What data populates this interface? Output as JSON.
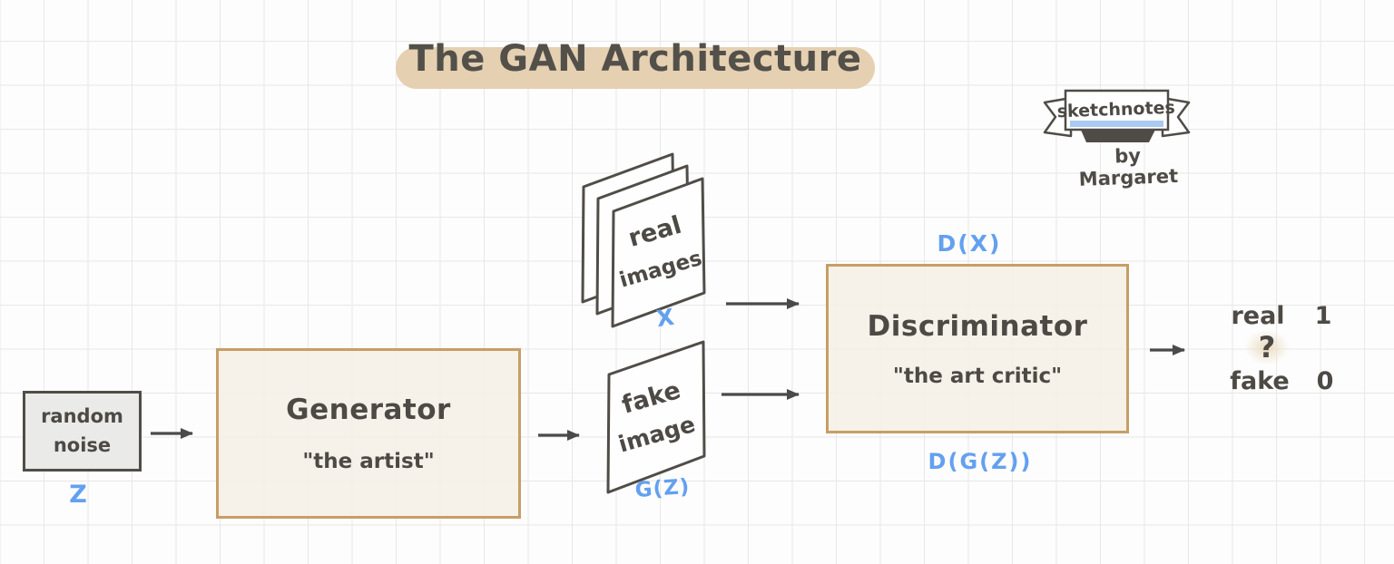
{
  "title": {
    "text": "The GAN Architecture"
  },
  "badge": {
    "label": "sketchnotes",
    "byline": "by Margaret"
  },
  "nodes": {
    "random_noise": {
      "line1": "random",
      "line2": "noise",
      "output_label": "Z"
    },
    "generator": {
      "title": "Generator",
      "subtitle": "\"the artist\""
    },
    "fake_image": {
      "line1": "fake",
      "line2": "image",
      "output_label": "G(Z)"
    },
    "real_images": {
      "line1": "real",
      "line2": "images",
      "output_label": "X"
    },
    "discriminator": {
      "title": "Discriminator",
      "subtitle": "\"the art critic\"",
      "input_label": "D(X)",
      "output_label": "D(G(Z))"
    }
  },
  "outputs": {
    "real_label": "real",
    "real_value": "1",
    "question_mark": "?",
    "fake_label": "fake",
    "fake_value": "0"
  },
  "colors": {
    "ink": "#4d4a45",
    "arrow": "#4a4a4a",
    "accent_blue": "#63a0f0",
    "tan_border": "#c79e66",
    "cream_fill": "#f5efe5",
    "gray_fill": "#e9e9e7",
    "title_highlight": "#e5d0b2",
    "badge_underline": "#a9c9f1",
    "grid_line": "#e8e8e8",
    "background": "#fdfdfd"
  }
}
